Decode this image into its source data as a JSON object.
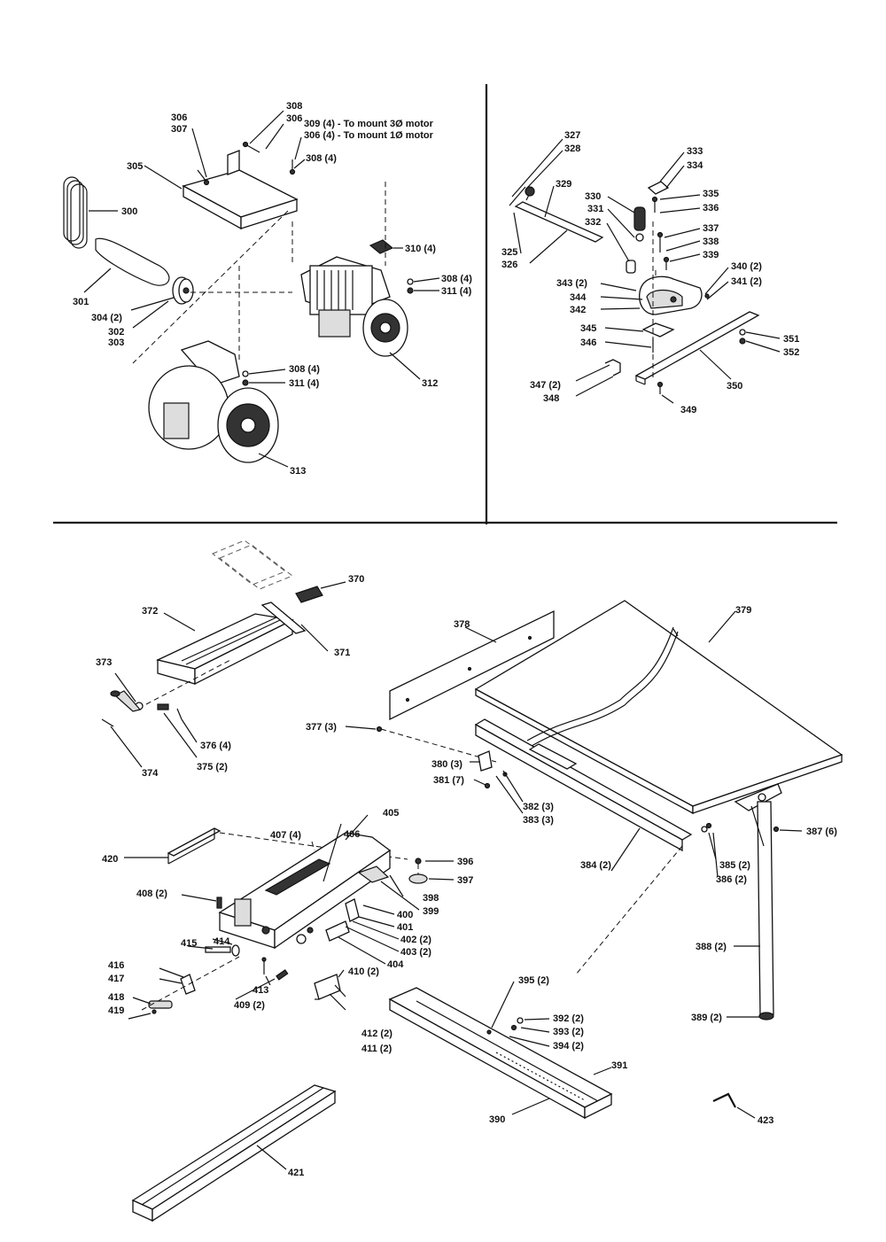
{
  "callouts": {
    "c300": "300",
    "c301": "301",
    "c302": "302",
    "c303": "303",
    "c304": "304 (2)",
    "c305": "305",
    "c306a": "306",
    "c307": "307",
    "c308a": "308",
    "c306b": "306",
    "c309": "309 (4) - To mount 3Ø motor",
    "c306c": "306 (4) - To mount 1Ø motor",
    "c308b": "308 (4)",
    "c310": "310 (4)",
    "c308c": "308 (4)",
    "c311a": "311 (4)",
    "c312": "312",
    "c308d": "308 (4)",
    "c311b": "311 (4)",
    "c313": "313",
    "c327": "327",
    "c328": "328",
    "c329": "329",
    "c330": "330",
    "c331": "331",
    "c332": "332",
    "c333": "333",
    "c334": "334",
    "c335": "335",
    "c336": "336",
    "c337": "337",
    "c338": "338",
    "c339": "339",
    "c340": "340 (2)",
    "c341": "341 (2)",
    "c343": "343 (2)",
    "c344": "344",
    "c342": "342",
    "c325": "325",
    "c326": "326",
    "c345": "345",
    "c346": "346",
    "c347": "347 (2)",
    "c348": "348",
    "c349": "349",
    "c350": "350",
    "c351": "351",
    "c352": "352",
    "c370": "370",
    "c371": "371",
    "c372": "372",
    "c373": "373",
    "c374": "374",
    "c375": "375 (2)",
    "c376": "376 (4)",
    "c377": "377 (3)",
    "c378": "378",
    "c379": "379",
    "c380": "380 (3)",
    "c381": "381 (7)",
    "c382": "382 (3)",
    "c383": "383 (3)",
    "c384": "384 (2)",
    "c385": "385 (2)",
    "c386": "386 (2)",
    "c387": "387 (6)",
    "c388": "388 (2)",
    "c389": "389 (2)",
    "c390": "390",
    "c391": "391",
    "c392": "392 (2)",
    "c393": "393 (2)",
    "c394": "394 (2)",
    "c395": "395 (2)",
    "c396": "396",
    "c397": "397",
    "c398": "398",
    "c399": "399",
    "c400": "400",
    "c401": "401",
    "c402": "402 (2)",
    "c403": "403 (2)",
    "c404": "404",
    "c405": "405",
    "c406": "406",
    "c407": "407 (4)",
    "c408": "408 (2)",
    "c409": "409 (2)",
    "c410": "410 (2)",
    "c411": "411 (2)",
    "c412": "412 (2)",
    "c413": "413",
    "c414": "414",
    "c415": "415",
    "c416": "416",
    "c417": "417",
    "c418": "418",
    "c419": "419",
    "c420": "420",
    "c421": "421",
    "c423": "423"
  }
}
